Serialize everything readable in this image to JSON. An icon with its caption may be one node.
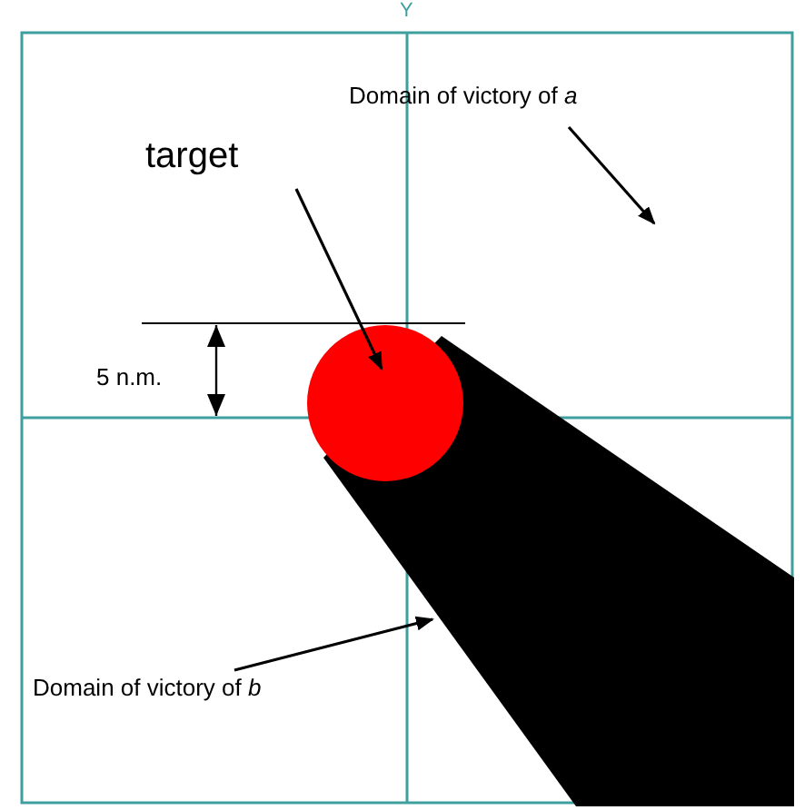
{
  "diagram": {
    "nodes": [
      {
        "text": [
          "target"
        ]
      },
      {
        "text": [],
        "shape": "circle"
      },
      {
        "text": [
          "Domain of victory of *a*"
        ]
      },
      {
        "text": [
          "Domain of victory of *b*"
        ]
      },
      {
        "text": [],
        "shape": "cone"
      }
    ],
    "edges": [
      {
        "from": 0,
        "to": 1,
        "arrow": "to"
      },
      {
        "from": 2,
        "to": null,
        "arrow": "to"
      },
      {
        "from": 3,
        "to": 4,
        "arrow": "to"
      }
    ],
    "labels": [
      "Y",
      "5 n.m."
    ]
  }
}
